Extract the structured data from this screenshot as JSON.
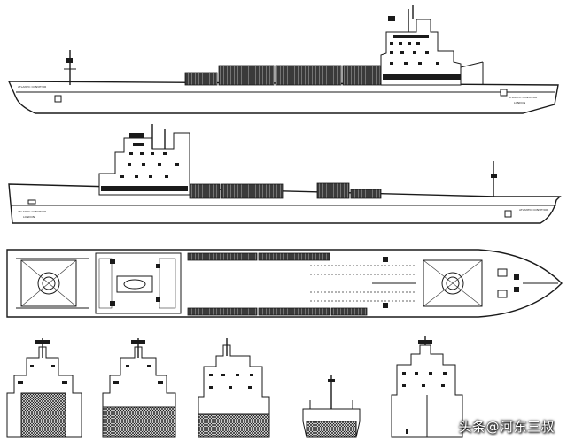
{
  "watermark": {
    "text": "头条@河东三叔"
  },
  "ship_name_label": "ATLANTIC CONVEYOR",
  "port_label": "LONDON",
  "colors": {
    "ink": "#1a1a1a",
    "background": "#ffffff",
    "watermark": "#ffffff"
  }
}
